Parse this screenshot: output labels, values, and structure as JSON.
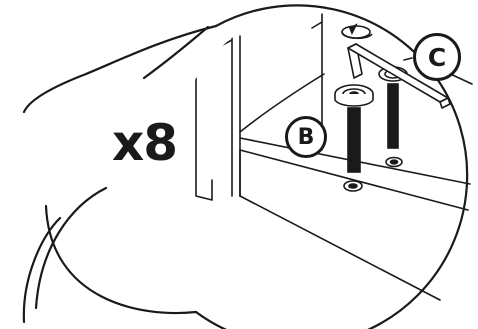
{
  "figure": {
    "quantity_label": "x8",
    "callouts": {
      "b": "B",
      "c": "C"
    },
    "icons": {
      "rotation": "rotate-arrow-icon"
    },
    "colors": {
      "ink": "#1a1a1a",
      "background": "#ffffff"
    }
  }
}
